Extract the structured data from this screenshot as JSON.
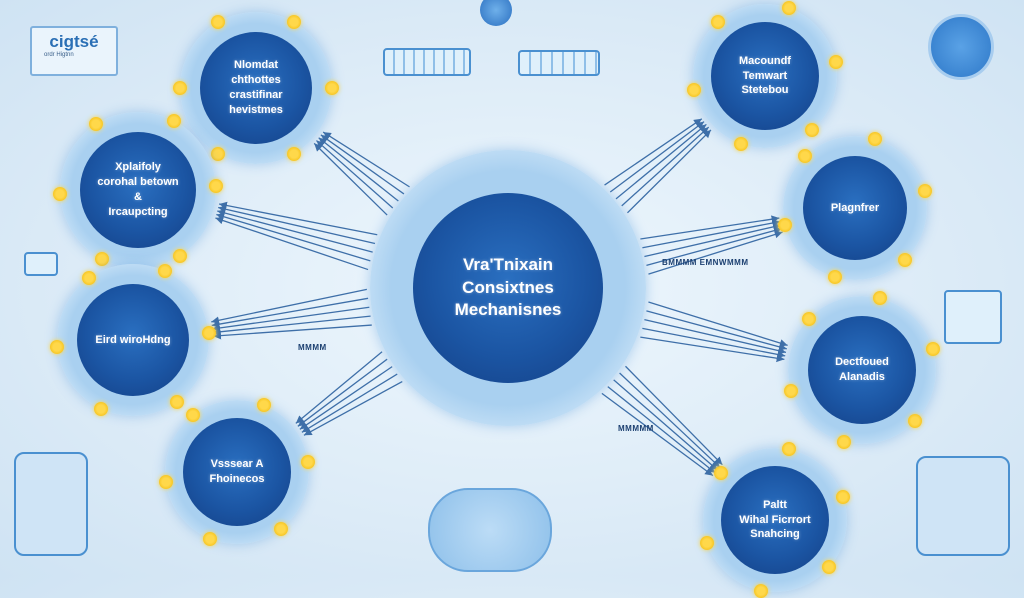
{
  "center": {
    "lines": [
      "Vra'Tnixain",
      "Consixtnes",
      "Mechanisnes"
    ]
  },
  "nodes": [
    {
      "id": "top-left",
      "lines": [
        "Nlomdat",
        "chthottes",
        "crastifinar",
        "hevistmes"
      ]
    },
    {
      "id": "left-upper",
      "lines": [
        "Xplaifoly",
        "corohal betown",
        "&",
        "Ircaupcting"
      ]
    },
    {
      "id": "left-mid",
      "lines": [
        "Eird wiroHdng"
      ]
    },
    {
      "id": "bottom-left",
      "lines": [
        "Vsssear A",
        "Fhoinecos"
      ]
    },
    {
      "id": "top-right",
      "lines": [
        "Macoundf",
        "Temwart",
        "Stetebou"
      ]
    },
    {
      "id": "right-upper",
      "lines": [
        "Plagnfrer"
      ]
    },
    {
      "id": "right-mid",
      "lines": [
        "Dectfoued",
        "Alanadis"
      ]
    },
    {
      "id": "bottom-right",
      "lines": [
        "Paltt",
        "Wihal Ficrrort",
        "Snahcing"
      ]
    }
  ],
  "logo": {
    "text": "cigtsé",
    "subtext": "ordr Higtnn"
  },
  "small_labels": [
    "BMMMM EMNWMMM",
    "MMMM",
    "MMMMM"
  ],
  "colors": {
    "core": "#1b55a3",
    "ring": "#a9d0f0",
    "coin": "#ffd84a",
    "line": "#3e6fa8"
  }
}
